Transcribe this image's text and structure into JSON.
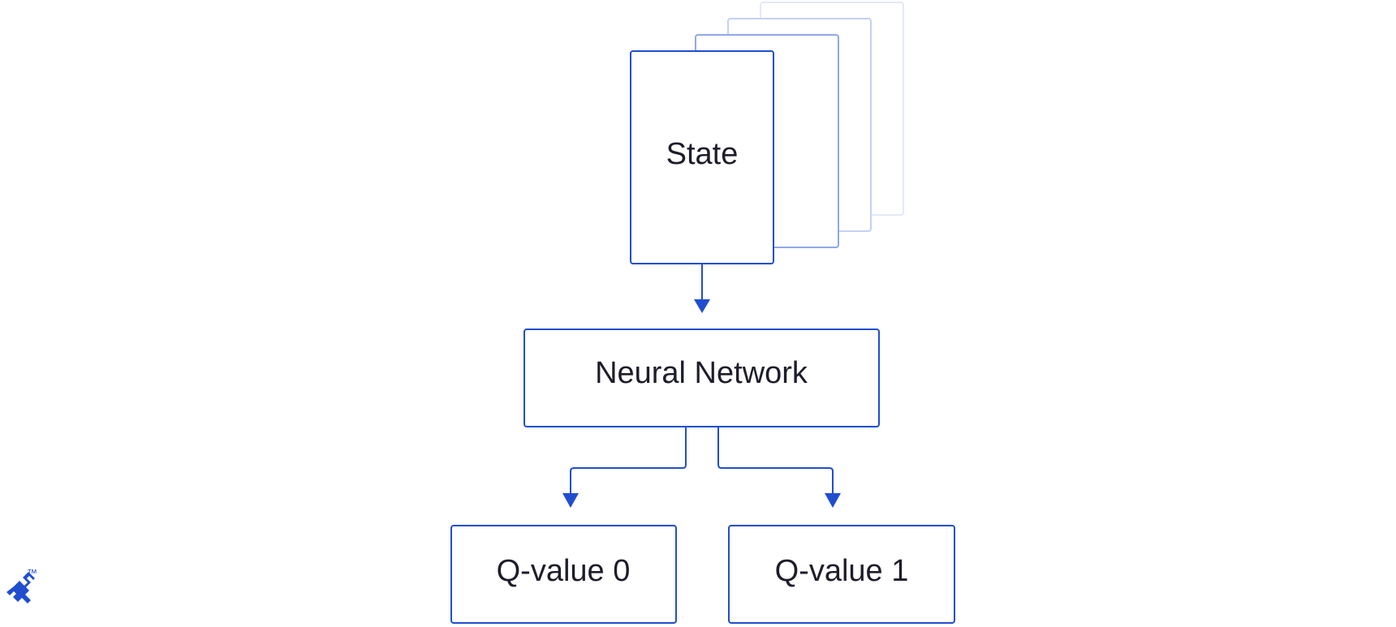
{
  "diagram": {
    "nodes": {
      "state": {
        "label": "State"
      },
      "network": {
        "label": "Neural Network"
      },
      "q0": {
        "label": "Q-value 0"
      },
      "q1": {
        "label": "Q-value 1"
      }
    },
    "stack_depth": 4,
    "edges": [
      {
        "from": "state",
        "to": "network"
      },
      {
        "from": "network",
        "to": "q0"
      },
      {
        "from": "network",
        "to": "q1"
      }
    ]
  },
  "logo": {
    "icon": "toptal-logo-icon",
    "trademark": "™"
  },
  "colors": {
    "primary": "#204ecf",
    "stack_shades": [
      "#204ecf",
      "#8fa8eb",
      "#c4d1f3",
      "#e3e9f9"
    ],
    "text": "#1d1d2b",
    "background": "#ffffff"
  }
}
